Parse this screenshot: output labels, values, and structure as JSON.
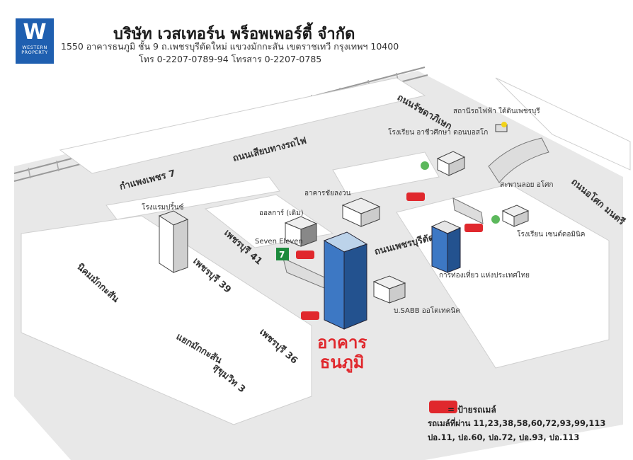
{
  "header": {
    "logo_mark": "W",
    "logo_text_1": "WESTERN",
    "logo_text_2": "PROPERTY",
    "company": "บริษัท เวสเทอร์น พร็อพเพอร์ตี้ จำกัด",
    "address": "1550 อาคารธนภูมิ ชั้น 9 ถ.เพชรบุรีตัดใหม่ แขวงมักกะสัน เขตราชเทวี กรุงเทพฯ 10400",
    "phone": "โทร 0-2207-0789-94 โทรสาร 0-2207-0785"
  },
  "roads": {
    "r1": "ถนนเสียบทางรถไฟ",
    "r2": "ถนนเพชรบุรีตัดใหม่",
    "r3": "ถนนรัชดาภิเษก",
    "r4": "กำแพงเพชร 7",
    "r5": "นิคมมักกะสัน",
    "r6": "แยกมักกะสัน",
    "r7": "สุขุมวิท 3",
    "r8": "เพชรบุรี 39",
    "r9": "เพชรบุรี 41",
    "r10": "เพชรบุรี 36",
    "r11": "ถนนอโศก มนตรี",
    "r12": "สะพานลอย อโศก"
  },
  "places": {
    "p1": "โรงแรมปริ้นซ์",
    "p2": "อาคารชัยลงวน",
    "p3": "ออลการ์ (เดิม)",
    "p4": "Seven Eleven",
    "p5": "โรงเรียน อาชีวศึกษา ดอนบอสโก",
    "p6": "สถานีรถไฟฟ้า ใต้ดินเพชรบุรี",
    "p7": "โรงเรียน เซนต์ดอมินิค",
    "p8": "การท่องเที่ยว แห่งประเทศไทย",
    "p9": "บ.SABB ออโตเทคนิค"
  },
  "target": {
    "line1": "อาคาร",
    "line2": "ธนภูมิ"
  },
  "legend": {
    "bus_stop": "= ป้ายรถเมล์",
    "lines_1": "รถเมล์ที่ผ่าน 11,23,38,58,60,72,93,99,113",
    "lines_2": "ปอ.11, ปอ.60, ปอ.72, ปอ.93, ปอ.113"
  },
  "colors": {
    "road": "#e6e6e6",
    "block": "#ffffff",
    "building": "#2a5ea8",
    "bus": "#e0282d",
    "logo": "#1f5fb0"
  }
}
